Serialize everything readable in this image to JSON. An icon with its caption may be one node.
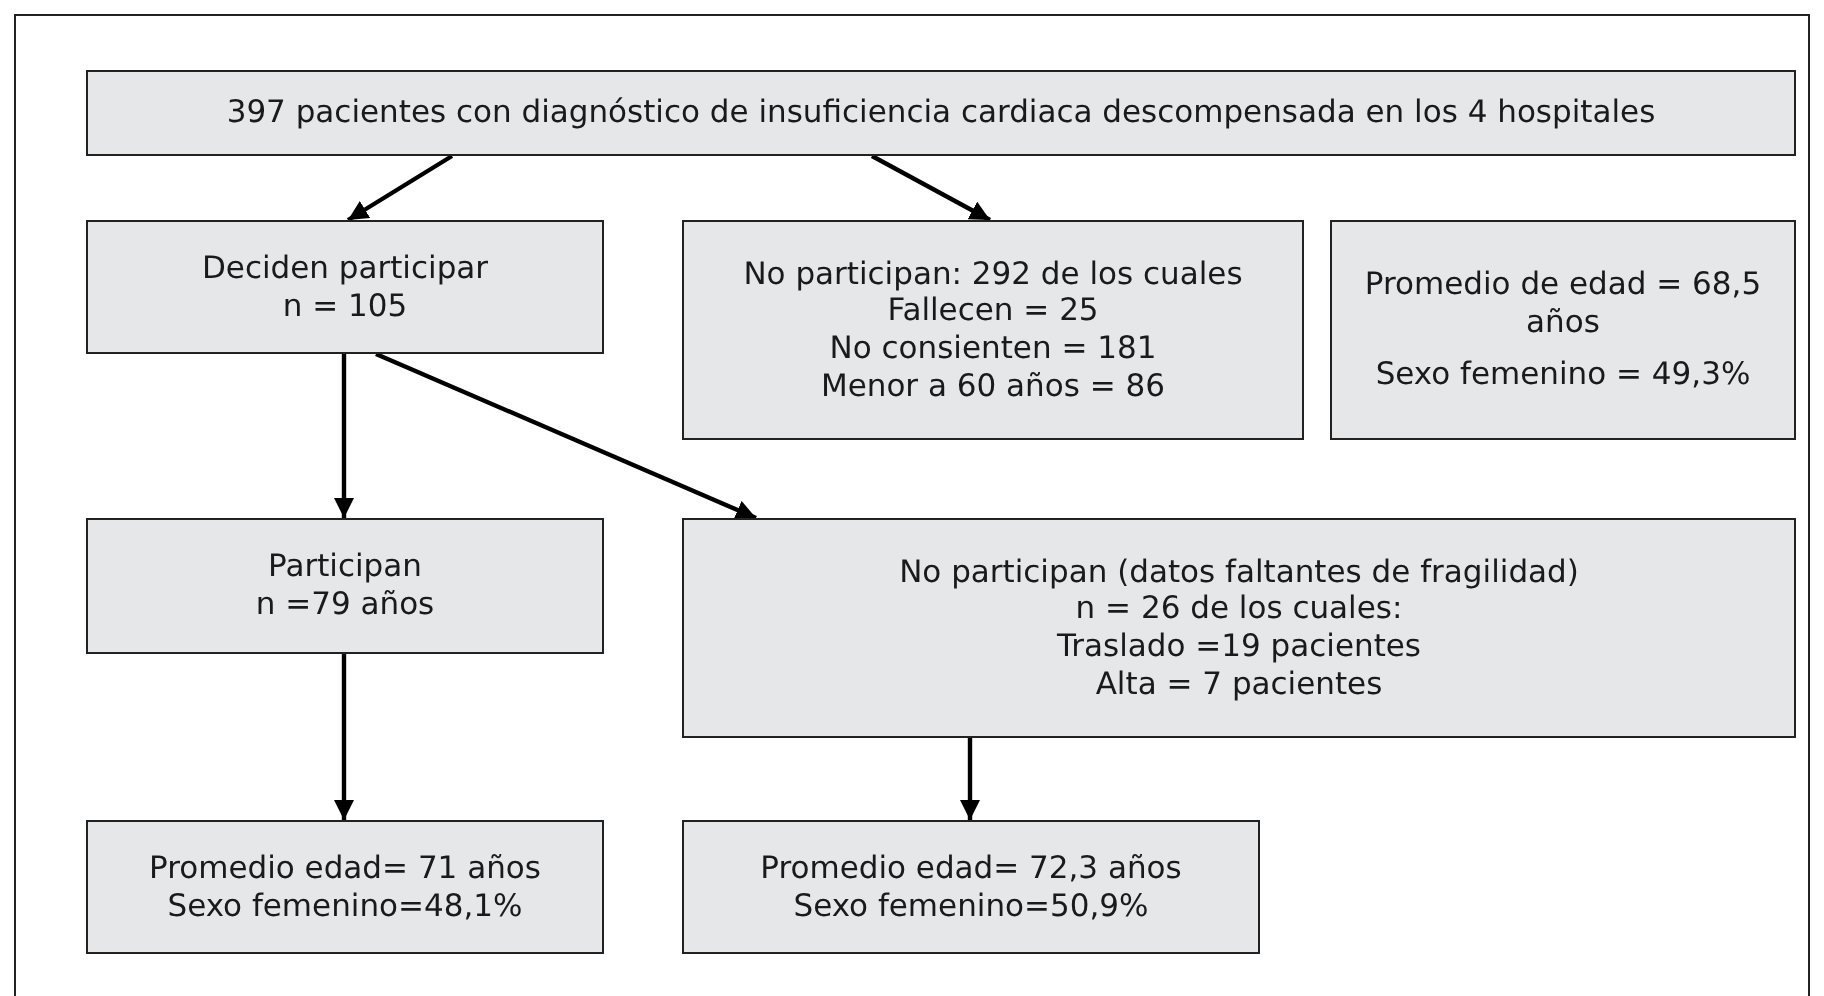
{
  "diagram": {
    "nodes": [
      {
        "text": [
          "397 pacientes con diagnóstico de insuficiencia cardiaca descompensada en los 4 hospitales"
        ]
      },
      {
        "text": [
          "Deciden participar",
          "n = 105"
        ]
      },
      {
        "text": [
          "No participan: 292 de los cuales",
          "Fallecen = 25",
          "No consienten = 181",
          "Menor a 60 años = 86"
        ]
      },
      {
        "text": [
          "Promedio de edad = 68,5 años",
          "Sexo femenino = 49,3%"
        ]
      },
      {
        "text": [
          "Participan",
          "n =79 años"
        ]
      },
      {
        "text": [
          "No participan (datos faltantes de fragilidad)",
          "n = 26 de los cuales:",
          "Traslado =19 pacientes",
          "Alta = 7 pacientes"
        ]
      },
      {
        "text": [
          "Promedio edad= 71 años",
          "Sexo femenino=48,1%"
        ]
      },
      {
        "text": [
          "Promedio edad= 72,3 años",
          "Sexo femenino=50,9%"
        ]
      }
    ],
    "edges": [
      {
        "from": 0,
        "to": 1,
        "arrow": "to"
      },
      {
        "from": 0,
        "to": 2,
        "arrow": "to"
      },
      {
        "from": 1,
        "to": 4,
        "arrow": "to"
      },
      {
        "from": 1,
        "to": 5,
        "arrow": "to"
      },
      {
        "from": 4,
        "to": 6,
        "arrow": "to"
      },
      {
        "from": 5,
        "to": 7,
        "arrow": "to"
      }
    ]
  }
}
